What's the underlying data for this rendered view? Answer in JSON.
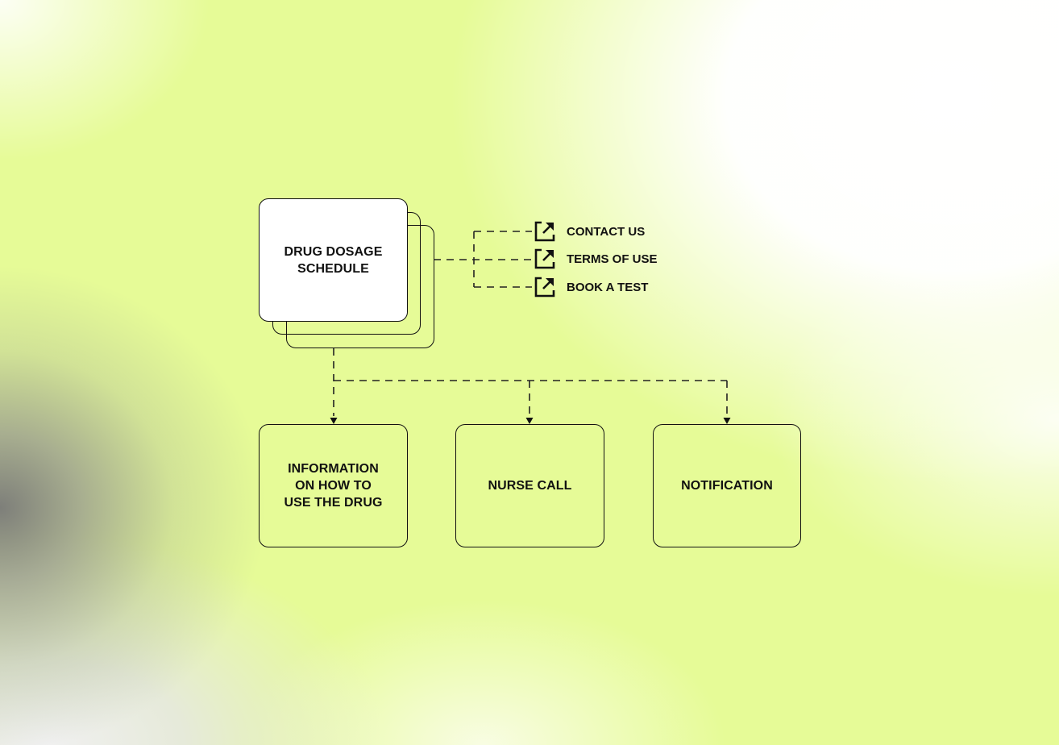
{
  "diagram": {
    "root": {
      "label_line1": "DRUG DOSAGE",
      "label_line2": "SCHEDULE",
      "stacked_copies": 3
    },
    "links": [
      {
        "label": "CONTACT US",
        "icon": "external-link-icon"
      },
      {
        "label": "TERMS OF USE",
        "icon": "external-link-icon"
      },
      {
        "label": "BOOK A TEST",
        "icon": "external-link-icon"
      }
    ],
    "children": [
      {
        "line1": "INFORMATION",
        "line2": "ON HOW TO",
        "line3": "USE THE DRUG"
      },
      {
        "line1": "NURSE CALL"
      },
      {
        "line1": "NOTIFICATION"
      }
    ],
    "colors": {
      "background_accent": "#e6fb97",
      "stroke": "#111111",
      "root_fill": "#ffffff"
    }
  }
}
